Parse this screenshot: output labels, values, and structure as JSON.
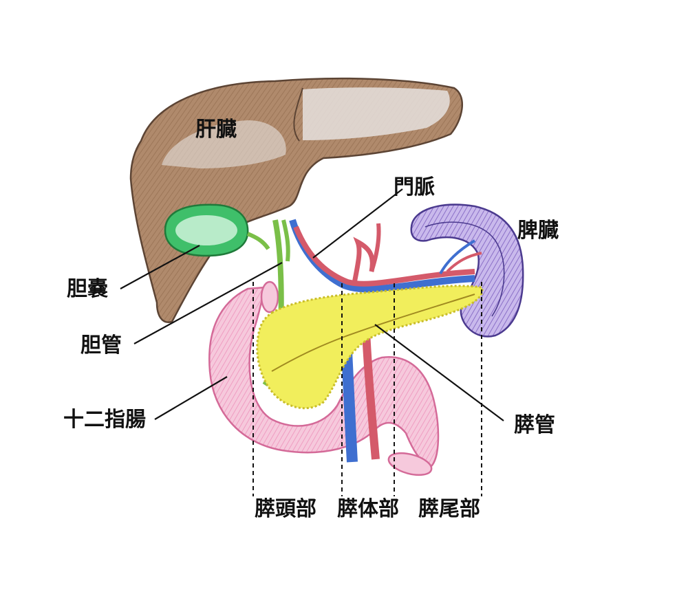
{
  "labels": {
    "liver": "肝臓",
    "portal_vein": "門脈",
    "spleen": "脾臓",
    "gallbladder": "胆嚢",
    "bile_duct": "胆管",
    "duodenum": "十二指腸",
    "pancreatic_duct": "膵管",
    "pancreas_head": "膵頭部",
    "pancreas_body": "膵体部",
    "pancreas_tail": "膵尾部"
  },
  "colors": {
    "liver": "#b08a6c",
    "liver_highlight": "#e6e1de",
    "gallbladder": "#3fbf6a",
    "spleen": "#8a6fc7",
    "pancreas": "#f1ee5c",
    "duodenum": "#ef9cc1",
    "artery": "#d45a6a",
    "vein": "#3f6fd0",
    "bile": "#7abf48"
  }
}
